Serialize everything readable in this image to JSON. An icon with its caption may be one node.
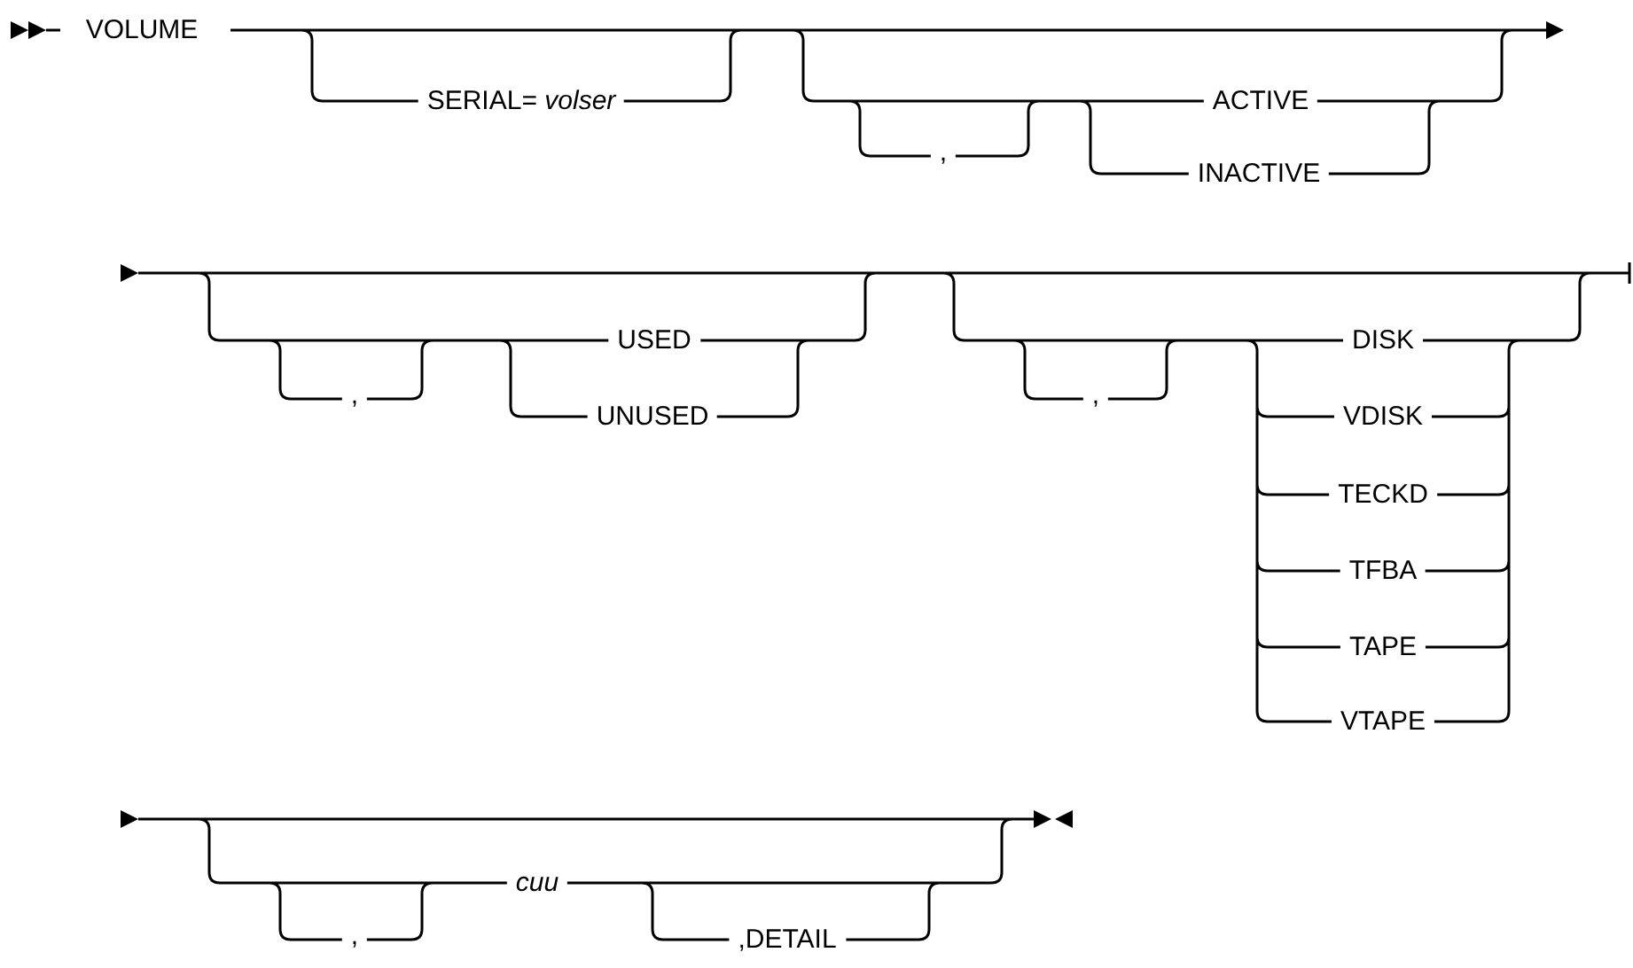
{
  "diagram": {
    "labels": [
      "VOLUME",
      "SERIAL= *volser*",
      ",",
      "ACTIVE",
      "INACTIVE",
      ",",
      "USED",
      "UNUSED",
      ",",
      "DISK",
      "VDISK",
      "TECKD",
      "TFBA",
      "TAPE",
      "VTAPE",
      ",",
      "cuu",
      ",DETAIL"
    ]
  }
}
